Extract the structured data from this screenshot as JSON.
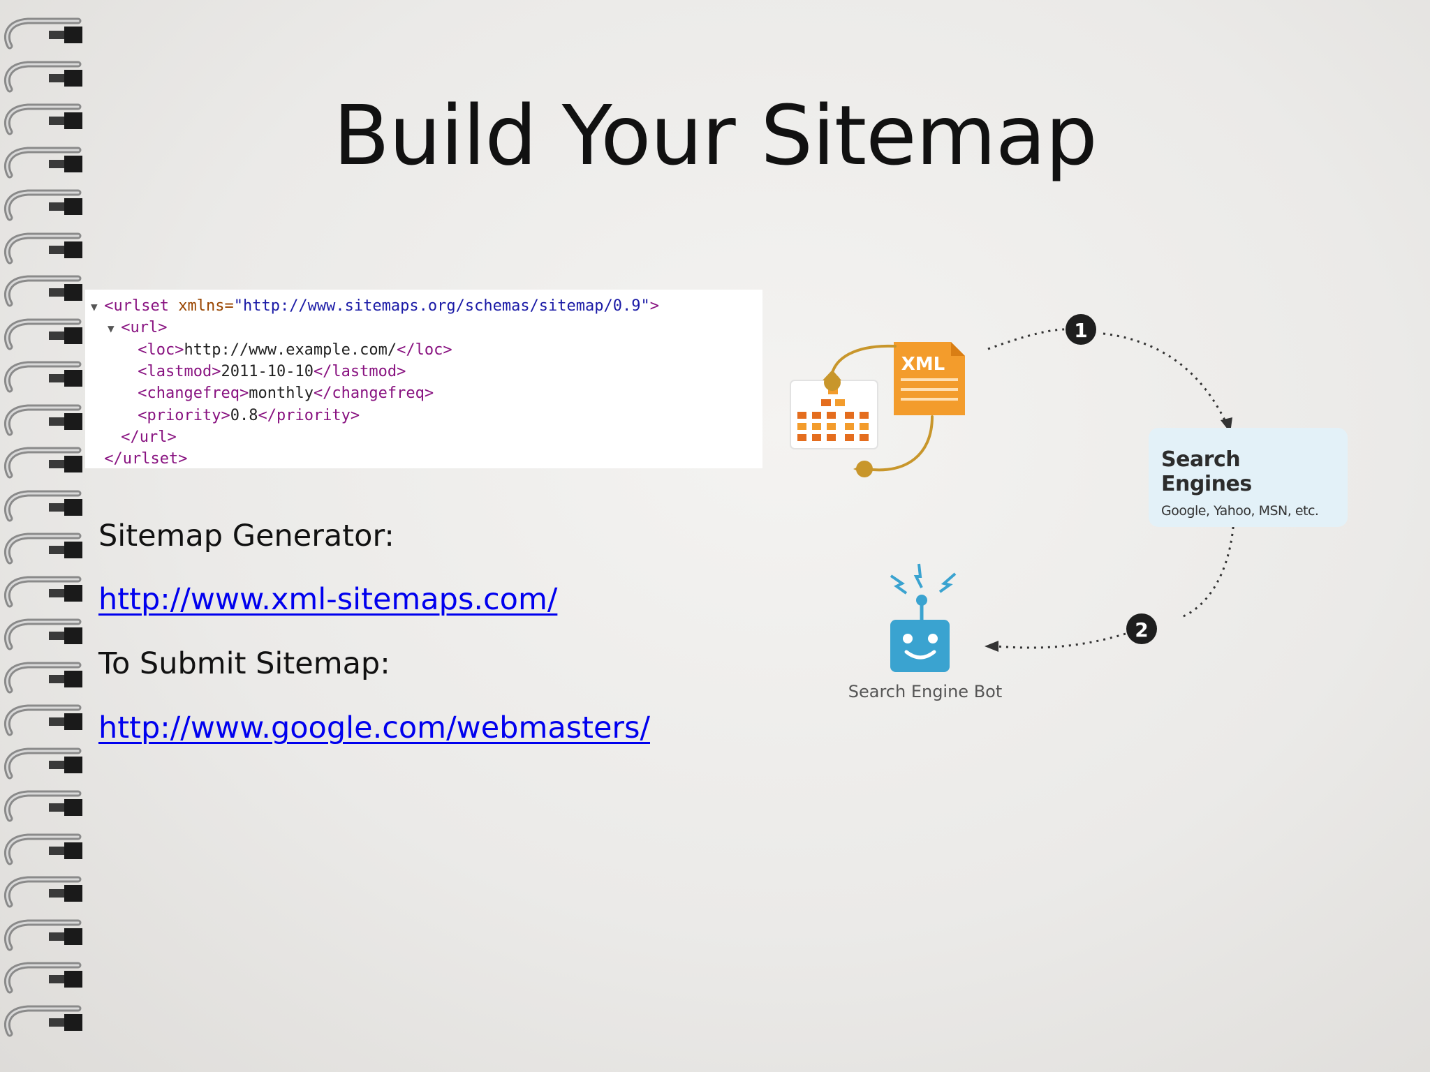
{
  "slide": {
    "title": "Build Your Sitemap"
  },
  "code_sample": {
    "lines": [
      {
        "indent": 0,
        "expander": "▼",
        "open": "<urlset ",
        "attr": "xmlns=",
        "value": "\"http://www.sitemaps.org/schemas/sitemap/0.9\"",
        "close": ">"
      },
      {
        "indent": 1,
        "expander": "▼",
        "open": "<url>",
        "attr": "",
        "value": "",
        "close": ""
      },
      {
        "indent": 2,
        "expander": "",
        "open": "<loc>",
        "attr": "",
        "value": "http://www.example.com/",
        "close": "</loc>"
      },
      {
        "indent": 2,
        "expander": "",
        "open": "<lastmod>",
        "attr": "",
        "value": "2011-10-10",
        "close": "</lastmod>"
      },
      {
        "indent": 2,
        "expander": "",
        "open": "<changefreq>",
        "attr": "",
        "value": "monthly",
        "close": "</changefreq>"
      },
      {
        "indent": 2,
        "expander": "",
        "open": "<priority>",
        "attr": "",
        "value": "0.8",
        "close": "</priority>"
      },
      {
        "indent": 1,
        "expander": "",
        "open": "</url>",
        "attr": "",
        "value": "",
        "close": ""
      },
      {
        "indent": 0,
        "expander": "",
        "open": "</urlset>",
        "attr": "",
        "value": "",
        "close": ""
      }
    ]
  },
  "content": {
    "generator_label": "Sitemap Generator:",
    "generator_link": "http://www.xml-sitemaps.com/",
    "submit_label": "To Submit Sitemap:",
    "submit_link": "http://www.google.com/webmasters/"
  },
  "diagram": {
    "file_label": "XML",
    "step_one": "1",
    "step_two": "2",
    "engines_title": "Search Engines",
    "engines_sub": "Google, Yahoo, MSN, etc.",
    "bot_label": "Search Engine Bot",
    "icons": [
      "sitemap-tree-icon",
      "xml-file-icon",
      "cycle-arrows-icon",
      "robot-icon"
    ]
  },
  "colors": {
    "link": "#0000ee",
    "xml_orange": "#f39c2c",
    "bot_blue": "#3aa3d0",
    "engine_box": "#e3f1f8",
    "arrow_gold": "#c8962b"
  }
}
